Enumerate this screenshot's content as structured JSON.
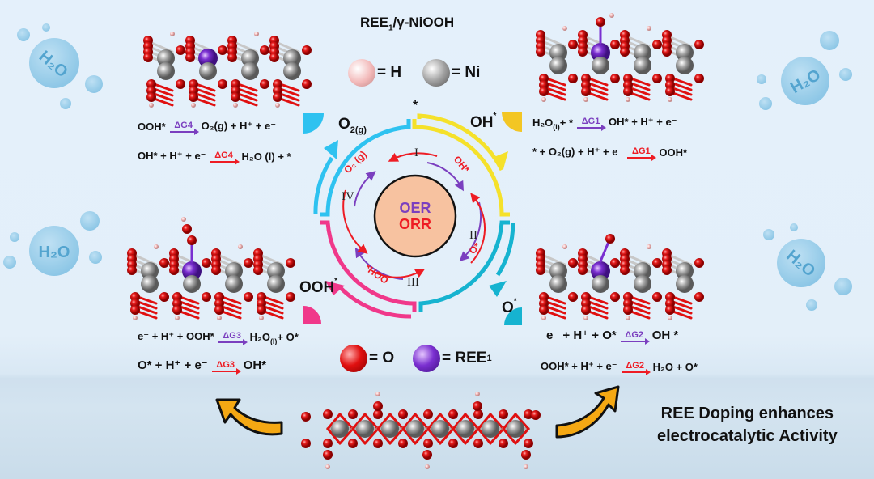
{
  "title": {
    "main": "REE",
    "sub": "1",
    "rest": "/γ-NiOOH"
  },
  "legend": [
    {
      "symbol": "H",
      "color": "#f2b8b8"
    },
    {
      "symbol": "Ni",
      "color": "#9a9a9a"
    },
    {
      "symbol": "O",
      "color": "#e01010"
    },
    {
      "symbol": "REE",
      "sub": "1",
      "color": "#7a2fd0"
    }
  ],
  "center": {
    "line1": "OER",
    "line2": "ORR",
    "line1_color": "#7b3fbf",
    "line2_color": "#ee1c24",
    "fill": "#f7c2a0"
  },
  "steps": [
    "I",
    "II",
    "III",
    "IV"
  ],
  "inner_labels": {
    "oh": "OH*",
    "o": "O*",
    "hoo": "*HOO",
    "o2": "O₂ (g)"
  },
  "states": {
    "top_left": {
      "main": "O",
      "sub": "2(g)"
    },
    "top_right": {
      "main": "OH",
      "sup": "*"
    },
    "bottom_left": {
      "main": "OOH",
      "sup": "*"
    },
    "bottom_right": {
      "main": "O",
      "sup": "*"
    },
    "top_star": "*"
  },
  "ring_colors": {
    "top_right": "#f5e12a",
    "bottom_right": "#16b3d0",
    "bottom_left": "#f0388a",
    "top_left": "#2ec2f0"
  },
  "equations": {
    "g4_oer": {
      "lhs": "OOH*",
      "label": "ΔG4",
      "rhs": "O₂(g) + H⁺ + e⁻"
    },
    "g4_orr": {
      "lhs": "OH* + H⁺ + e⁻",
      "label": "ΔG4",
      "rhs": "H₂O (l) + *"
    },
    "g1_oer": {
      "lhs_main": "H₂O",
      "lhs_sub": "(l)",
      "lhs_rest": " + *",
      "label": "ΔG1",
      "rhs": "OH* + H⁺ + e⁻"
    },
    "g1_orr": {
      "lhs": "* + O₂(g) + H⁺ + e⁻",
      "label": "ΔG1",
      "rhs": "OOH*"
    },
    "g3_oer": {
      "lhs": "e⁻ + H⁺ + OOH*",
      "label": "ΔG3",
      "rhs_main": "H₂O",
      "rhs_sub": " (l)",
      "rhs_rest": " + O*"
    },
    "g3_orr": {
      "lhs": "O* + H⁺ + e⁻",
      "label": "ΔG3",
      "rhs": "OH*"
    },
    "g2_oer": {
      "lhs": "e⁻ + H⁺ + O*",
      "label": "ΔG2",
      "rhs": "OH *"
    },
    "g2_orr": {
      "lhs": "OOH* + H⁺ + e⁻",
      "label": "ΔG2",
      "rhs": "H₂O + O*"
    }
  },
  "bubbles": {
    "label": "H₂O"
  },
  "caption": {
    "line1": "REE Doping enhances",
    "line2": "electrocatalytic Activity"
  }
}
